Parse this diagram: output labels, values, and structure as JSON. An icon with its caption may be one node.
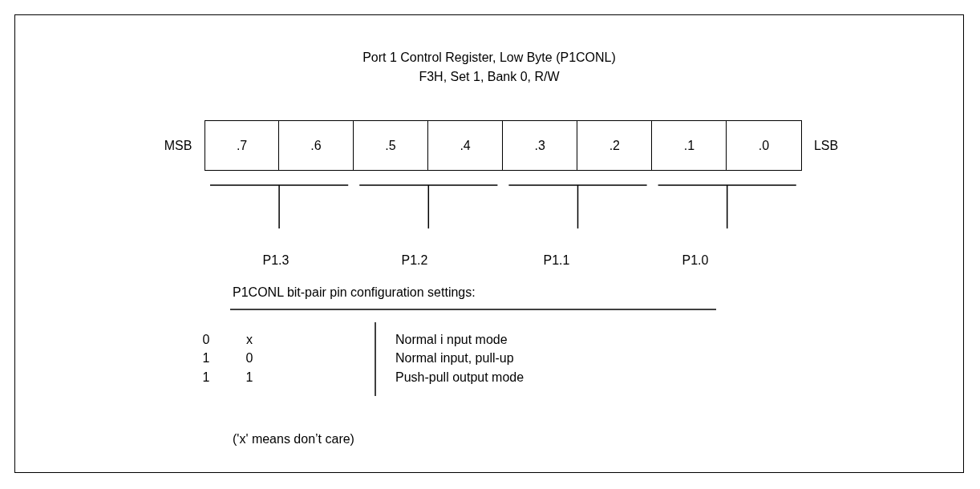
{
  "diagram": {
    "title": "Port 1 Control Register, Low Byte (P1CONL)",
    "nodes": [
      {
        "text": [
          ".7"
        ]
      },
      {
        "text": [
          ".6"
        ]
      },
      {
        "text": [
          ".5"
        ]
      },
      {
        "text": [
          ".4"
        ]
      },
      {
        "text": [
          ".3"
        ]
      },
      {
        "text": [
          ".2"
        ]
      },
      {
        "text": [
          ".1"
        ]
      },
      {
        "text": [
          ".0"
        ]
      }
    ],
    "labels": [
      "F3H, Set 1, Bank 0, R/W",
      "MSB",
      "LSB",
      "P1.3",
      "P1.2",
      "P1.1",
      "P1.0",
      "P1CONL bit-pair pin configuration settings:",
      "0",
      "x",
      "Normal i nput mode",
      "1",
      "0",
      "Normal input, pull-up",
      "1",
      "1",
      "Push-pull output mode",
      "('x' means don’t care)"
    ]
  }
}
